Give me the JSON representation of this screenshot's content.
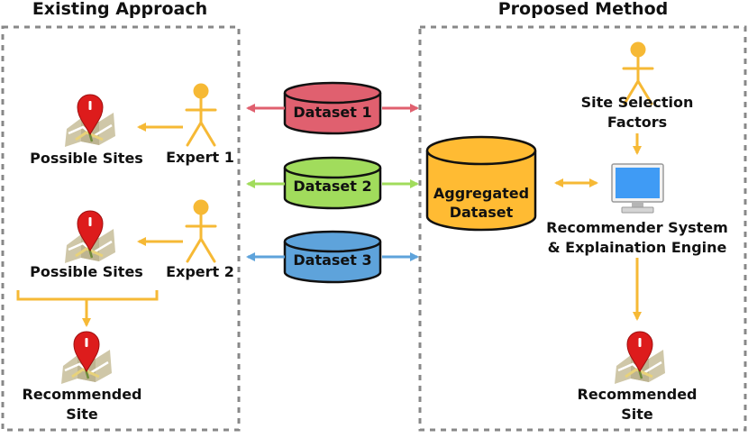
{
  "headings": {
    "existing": "Existing Approach",
    "proposed": "Proposed Method"
  },
  "existing": {
    "possible_sites_1": "Possible Sites",
    "possible_sites_2": "Possible Sites",
    "expert_1": "Expert 1",
    "expert_2": "Expert 2",
    "recommended_line1": "Recommended",
    "recommended_line2": "Site"
  },
  "datasets": {
    "d1": "Dataset 1",
    "d2": "Dataset 2",
    "d3": "Dataset 3",
    "aggregated_line1": "Aggregated",
    "aggregated_line2": "Dataset"
  },
  "proposed": {
    "factors_line1": "Site Selection",
    "factors_line2": "Factors",
    "recsys_line1": "Recommender System",
    "recsys_line2": "& Explaination Engine",
    "recommended_line1": "Recommended",
    "recommended_line2": "Site"
  },
  "colors": {
    "dataset1": "#e0606f",
    "dataset2": "#a1dc5c",
    "dataset3": "#5ea3db",
    "aggregated": "#ffbb33",
    "accent": "#f6b935",
    "border": "#888888",
    "monitor": "#3f9bf5"
  },
  "icons": {
    "person": "person-icon",
    "map_pin": "map-pin-icon",
    "monitor": "monitor-icon"
  }
}
